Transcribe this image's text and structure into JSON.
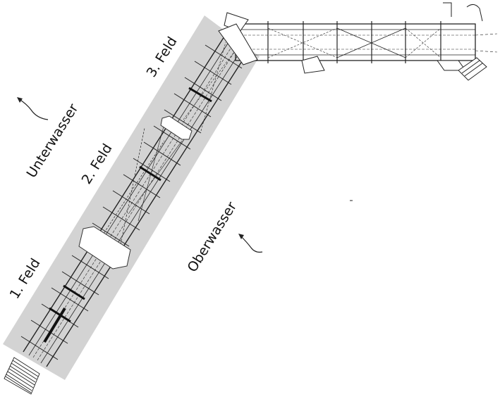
{
  "drawing": {
    "labels": {
      "field_1": "1. Feld",
      "field_2": "2. Feld",
      "field_3": "3. Feld",
      "unterwasser": "Unterwasser",
      "oberwasser": "Oberwasser"
    },
    "colors": {
      "band": "#d3d3d3",
      "line": "#222222",
      "background": "#ffffff"
    }
  }
}
